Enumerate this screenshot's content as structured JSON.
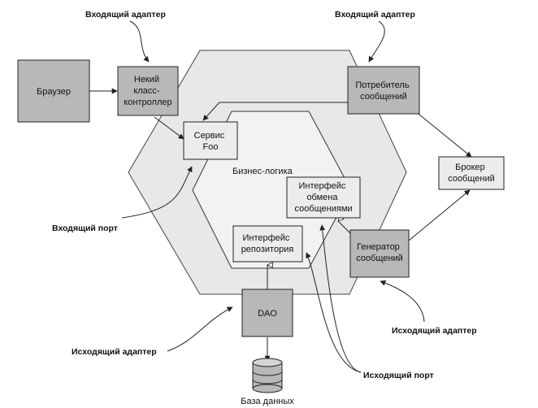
{
  "colors": {
    "hexagon_fill": "#e8e8e8",
    "inner_fill": "#f2f2f2",
    "dark_box": "#b8b8b8",
    "light_box": "#ececec",
    "line": "#222222"
  },
  "boxes": {
    "browser": [
      "Браузер"
    ],
    "controller": [
      "Некий",
      "класс-",
      "контроллер"
    ],
    "consumer": [
      "Потребитель",
      "сообщений"
    ],
    "service": [
      "Сервис",
      "Foo"
    ],
    "broker": [
      "Брокер",
      "сообщений"
    ],
    "messaging_interface": [
      "Интерфейс",
      "обмена",
      "сообщениями"
    ],
    "repository_interface": [
      "Интерфейс",
      "репозитория"
    ],
    "generator": [
      "Генератор",
      "сообщений"
    ],
    "dao": [
      "DAO"
    ]
  },
  "labels": {
    "inbound_adapter_left": "Входящий адаптер",
    "inbound_adapter_right": "Входящий адаптер",
    "business_logic": "Бизнес-логика",
    "inbound_port": "Входящий порт",
    "outbound_adapter_right": "Исходящий адаптер",
    "outbound_adapter_left": "Исходящий адаптер",
    "outbound_port": "Исходящий порт",
    "database": "База данных"
  },
  "icons": {
    "database": "database-cylinder-icon"
  }
}
